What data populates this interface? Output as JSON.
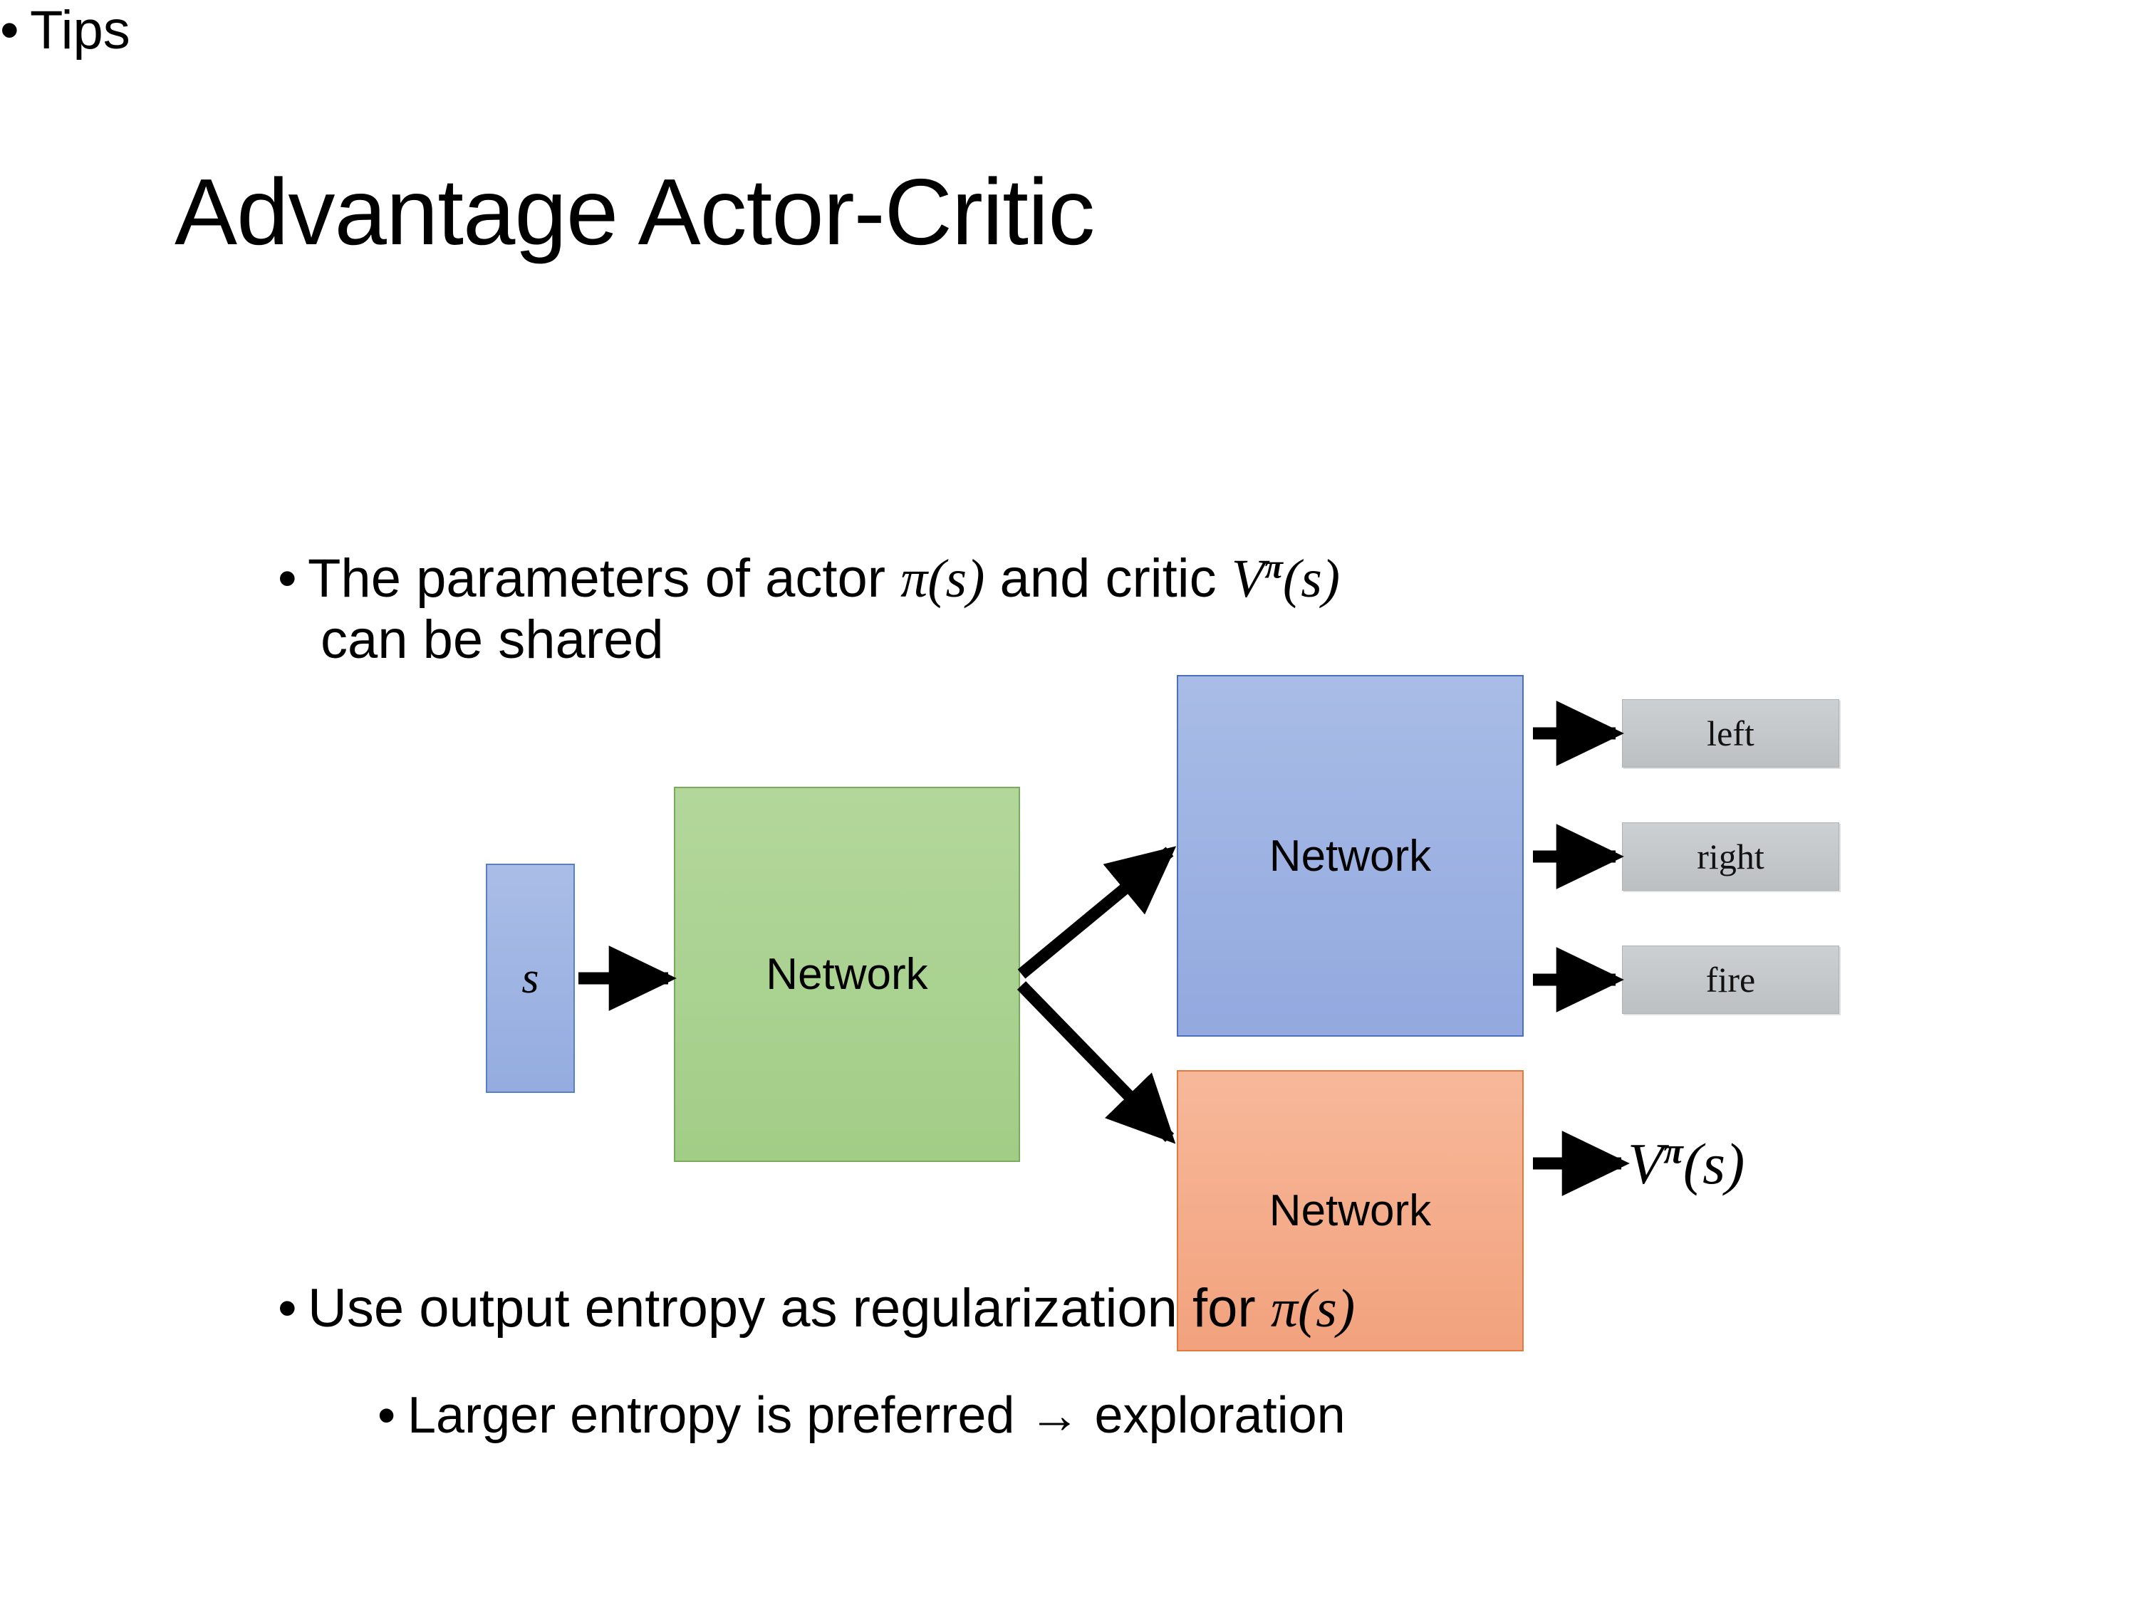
{
  "slide": {
    "title": "Advantage Actor-Critic",
    "background_color": "#FFFFFF"
  },
  "bullets": {
    "tips": "Tips",
    "parameters_line1_pre": "The parameters of actor ",
    "parameters_pi": "π",
    "parameters_pi_arg": "(s)",
    "parameters_mid": "  and critic ",
    "parameters_V": "V",
    "parameters_V_sup": "π",
    "parameters_V_arg": "(s)",
    "parameters_line2": "can be shared",
    "entropy_pre": "Use output entropy as regularization for ",
    "entropy_pi": "π",
    "entropy_pi_arg": "(s)",
    "larger_entropy": "Larger entropy is preferred → exploration"
  },
  "diagram": {
    "input_box": {
      "label": "s",
      "fill": "#9BB2E0",
      "border": "#5B7FC7"
    },
    "shared_network": {
      "label": "Network",
      "fill": "#A9D18E",
      "border": "#7AAB5A"
    },
    "actor_network": {
      "label": "Network",
      "fill": "#9CB2E2",
      "border": "#4A6FBD"
    },
    "critic_network": {
      "label": "Network",
      "fill": "#F4A882",
      "border": "#E07A3F"
    },
    "actions": [
      {
        "label": "left",
        "fill": "#C4C8CB"
      },
      {
        "label": "right",
        "fill": "#C4C8CB"
      },
      {
        "label": "fire",
        "fill": "#C4C8CB"
      }
    ],
    "critic_output": {
      "V": "V",
      "sup": "π",
      "arg": "(s)"
    },
    "arrow_color": "#000000"
  }
}
